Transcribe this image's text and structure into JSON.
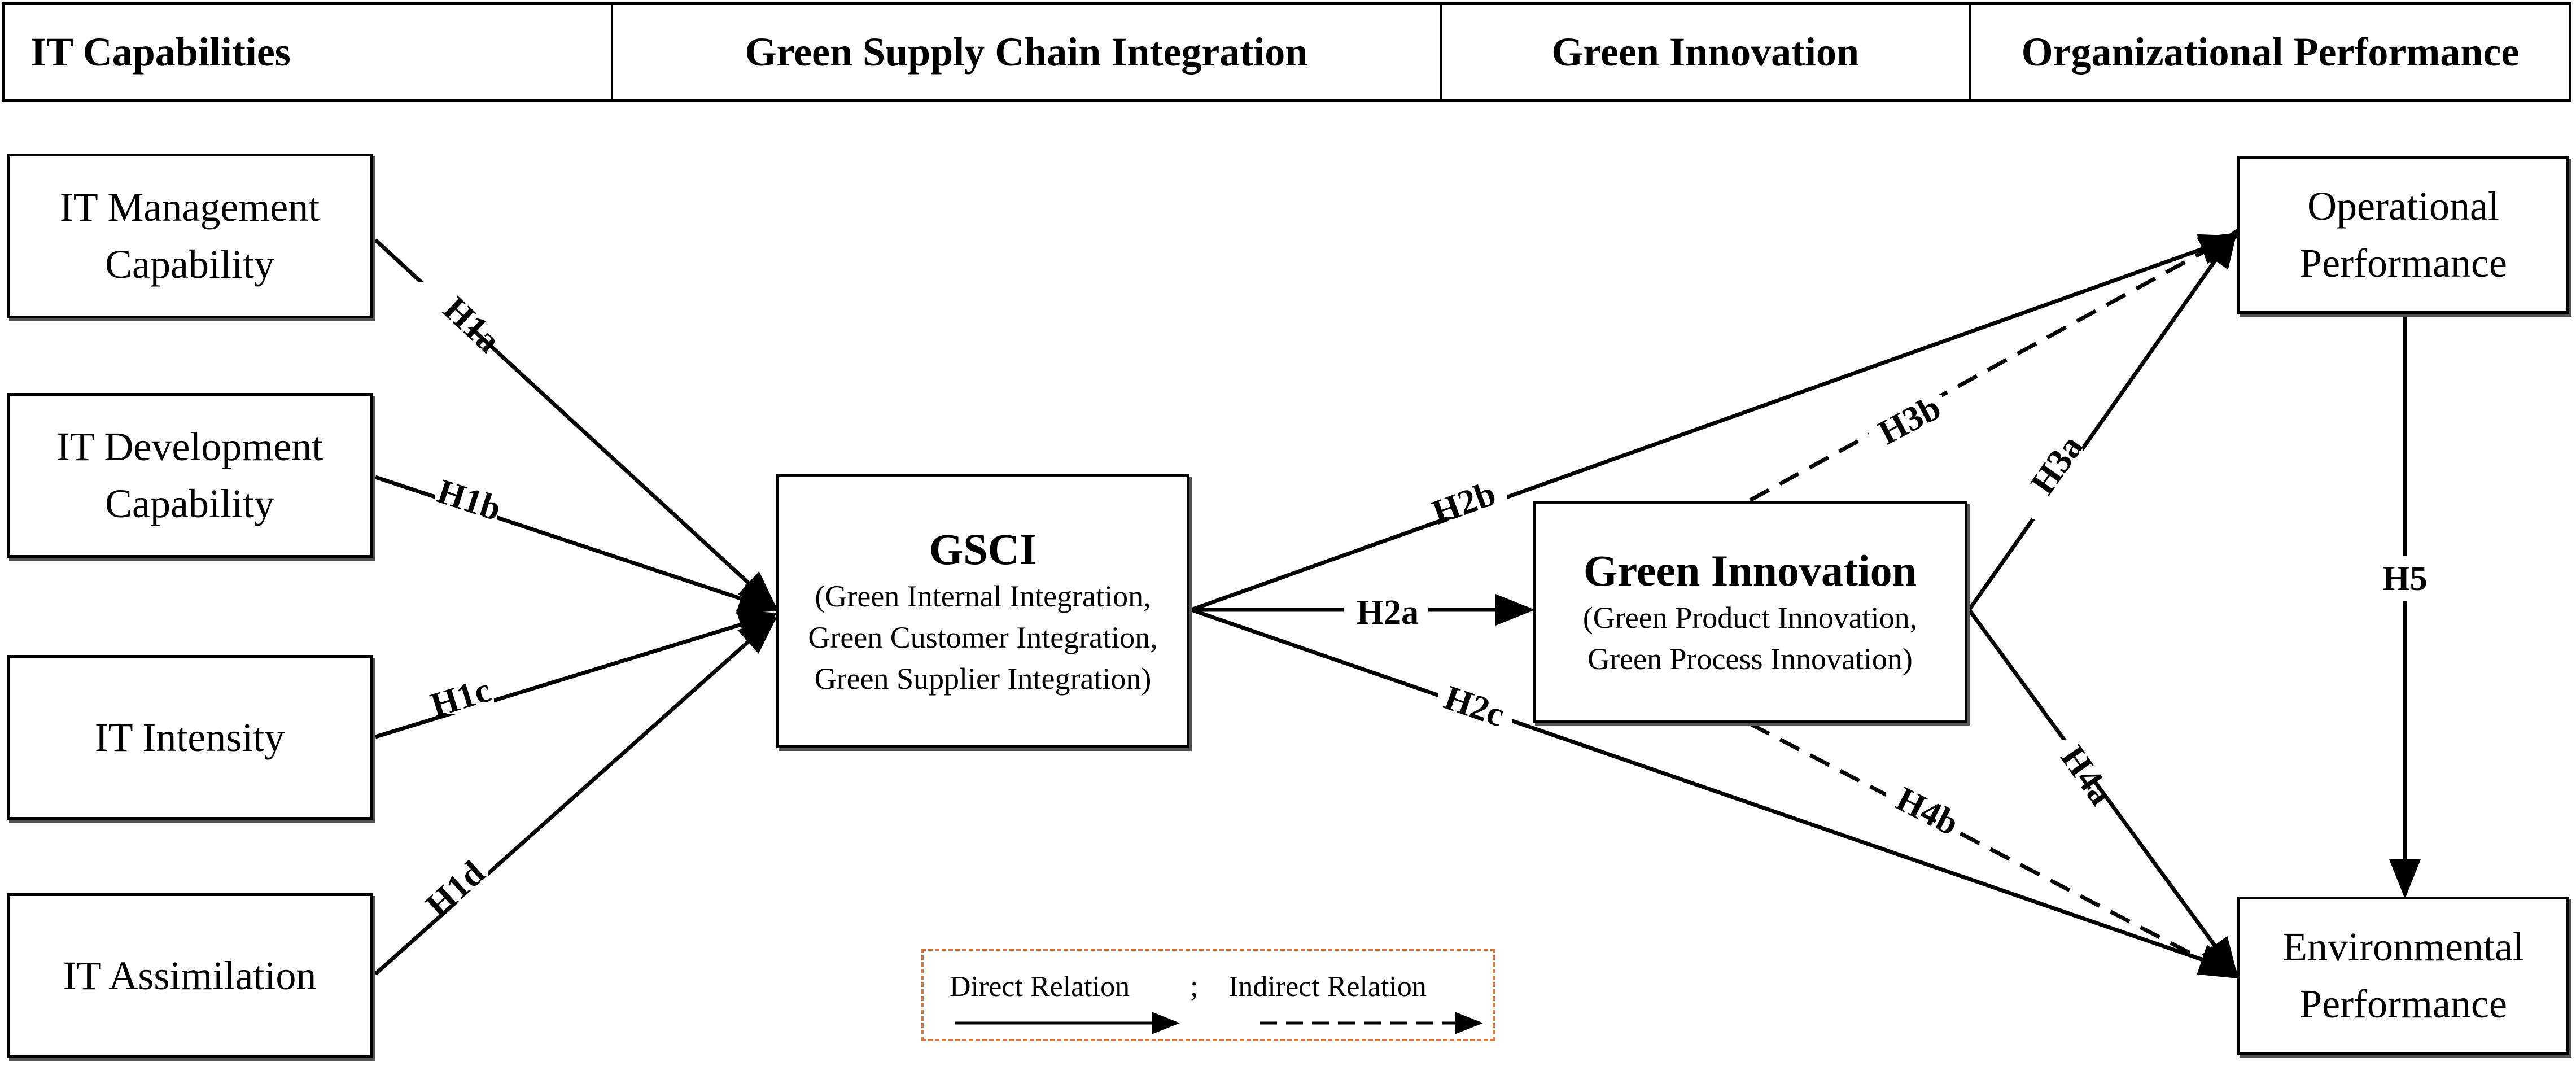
{
  "header": {
    "col1": "IT Capabilities",
    "col2": "Green Supply Chain Integration",
    "col3": "Green Innovation",
    "col4": "Organizational Performance"
  },
  "boxes": {
    "it_management": [
      "IT Management",
      "Capability"
    ],
    "it_development": [
      "IT Development",
      "Capability"
    ],
    "it_intensity": "IT Intensity",
    "it_assimilation": "IT Assimilation",
    "gsci": {
      "title": "GSCI",
      "lines": [
        "(Green Internal Integration,",
        "Green Customer Integration,",
        "Green Supplier Integration)"
      ]
    },
    "green_innovation": {
      "title": "Green Innovation",
      "lines": [
        "(Green Product Innovation,",
        "Green Process Innovation)"
      ]
    },
    "operational": [
      "Operational",
      "Performance"
    ],
    "environmental": [
      "Environmental",
      "Performance"
    ]
  },
  "hypotheses": {
    "h1a": "H1a",
    "h1b": "H1b",
    "h1c": "H1c",
    "h1d": "H1d",
    "h2a": "H2a",
    "h2b": "H2b",
    "h2c": "H2c",
    "h3a": "H3a",
    "h3b": "H3b",
    "h4a": "H4a",
    "h4b": "H4b",
    "h5": "H5"
  },
  "legend": {
    "direct": "Direct Relation",
    "separator": ";",
    "indirect": "Indirect Relation",
    "border_color": "#d9773a"
  }
}
